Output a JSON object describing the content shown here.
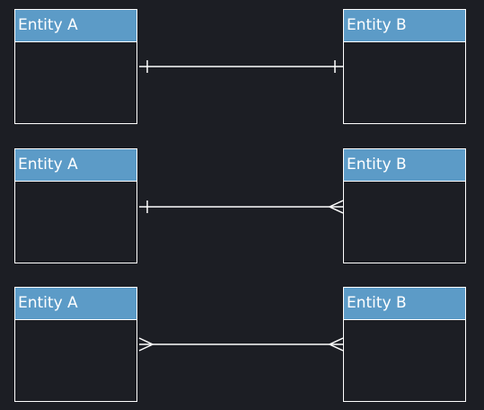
{
  "diagram": {
    "type": "er-relationships",
    "rows": [
      {
        "entity_a": {
          "label": "Entity A"
        },
        "entity_b": {
          "label": "Entity B"
        },
        "relationship": {
          "a_end": "one",
          "b_end": "one"
        }
      },
      {
        "entity_a": {
          "label": "Entity A"
        },
        "entity_b": {
          "label": "Entity B"
        },
        "relationship": {
          "a_end": "one",
          "b_end": "many"
        }
      },
      {
        "entity_a": {
          "label": "Entity A"
        },
        "entity_b": {
          "label": "Entity B"
        },
        "relationship": {
          "a_end": "many",
          "b_end": "many"
        }
      }
    ],
    "colors": {
      "background": "#1c1e24",
      "header": "#5c9bc7",
      "stroke": "#ffffff"
    }
  }
}
